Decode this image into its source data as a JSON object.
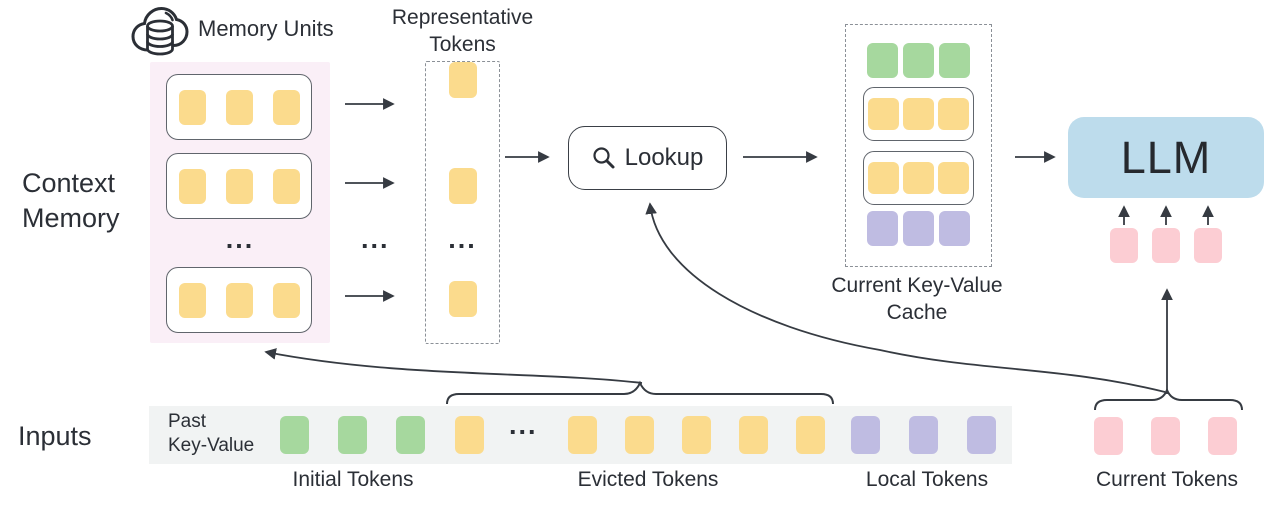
{
  "colors": {
    "yellow": "#fbdb8d",
    "green": "#a6d89e",
    "purple": "#bfbce2",
    "pink": "#fccdd3",
    "llm_fill": "#bddcec",
    "memory_bg": "#faeff7",
    "strip_bg": "#f1f3f3",
    "line": "#363b42",
    "text": "#2b2f36"
  },
  "memory": {
    "header": "Memory Units",
    "side_label_line1": "Context",
    "side_label_line2": "Memory",
    "unit_count_shown": 3,
    "tokens_per_unit": 3,
    "ellipsis": "..."
  },
  "representative": {
    "label_line1": "Representative",
    "label_line2": "Tokens",
    "token_count_shown": 3,
    "ellipsis": "...",
    "gap_ellipsis": "..."
  },
  "lookup": {
    "label": "Lookup",
    "icon": "magnifier-icon"
  },
  "cache": {
    "label_line1": "Current Key-Value",
    "label_line2": "Cache",
    "rows": [
      {
        "type": "plain",
        "color_key": "green",
        "count": 3
      },
      {
        "type": "boxed",
        "color_key": "yellow",
        "count": 3
      },
      {
        "type": "boxed",
        "color_key": "yellow",
        "count": 3
      },
      {
        "type": "plain",
        "color_key": "purple",
        "count": 3
      }
    ]
  },
  "llm": {
    "label": "LLM",
    "input_token_count": 3
  },
  "inputs": {
    "side_label": "Inputs",
    "prefix_line1": "Past",
    "prefix_line2": "Key-Value",
    "ellipsis": "...",
    "segments": [
      {
        "name": "initial",
        "label": "Initial Tokens",
        "color_key": "green",
        "count": 3
      },
      {
        "name": "evicted",
        "label": "Evicted Tokens",
        "color_key": "yellow",
        "count_before_ellipsis": 1,
        "count_after_ellipsis": 5
      },
      {
        "name": "local",
        "label": "Local Tokens",
        "color_key": "purple",
        "count": 3
      }
    ],
    "current": {
      "label": "Current Tokens",
      "color_key": "pink",
      "count": 3
    }
  }
}
